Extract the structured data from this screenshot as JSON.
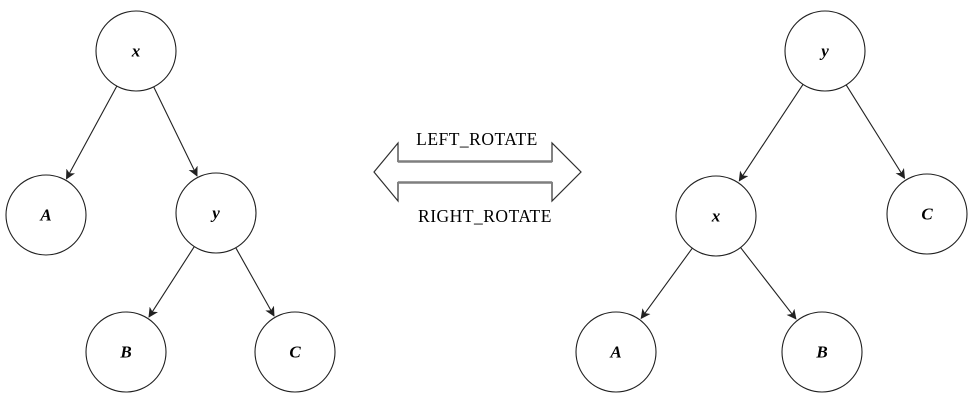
{
  "arrow": {
    "top_label": "LEFT_ROTATE",
    "bottom_label": "RIGHT_ROTATE"
  },
  "left_tree": {
    "root": {
      "label": "x"
    },
    "left_child": {
      "label": "A"
    },
    "right_child": {
      "label": "y"
    },
    "right_left_child": {
      "label": "B"
    },
    "right_right_child": {
      "label": "C"
    }
  },
  "right_tree": {
    "root": {
      "label": "y"
    },
    "left_child": {
      "label": "x"
    },
    "right_child": {
      "label": "C"
    },
    "left_left_child": {
      "label": "A"
    },
    "left_right_child": {
      "label": "B"
    }
  },
  "colors": {
    "line": "#212121",
    "arrow_body": "#7f7f7f",
    "background": "#ffffff",
    "text": "#000000"
  }
}
